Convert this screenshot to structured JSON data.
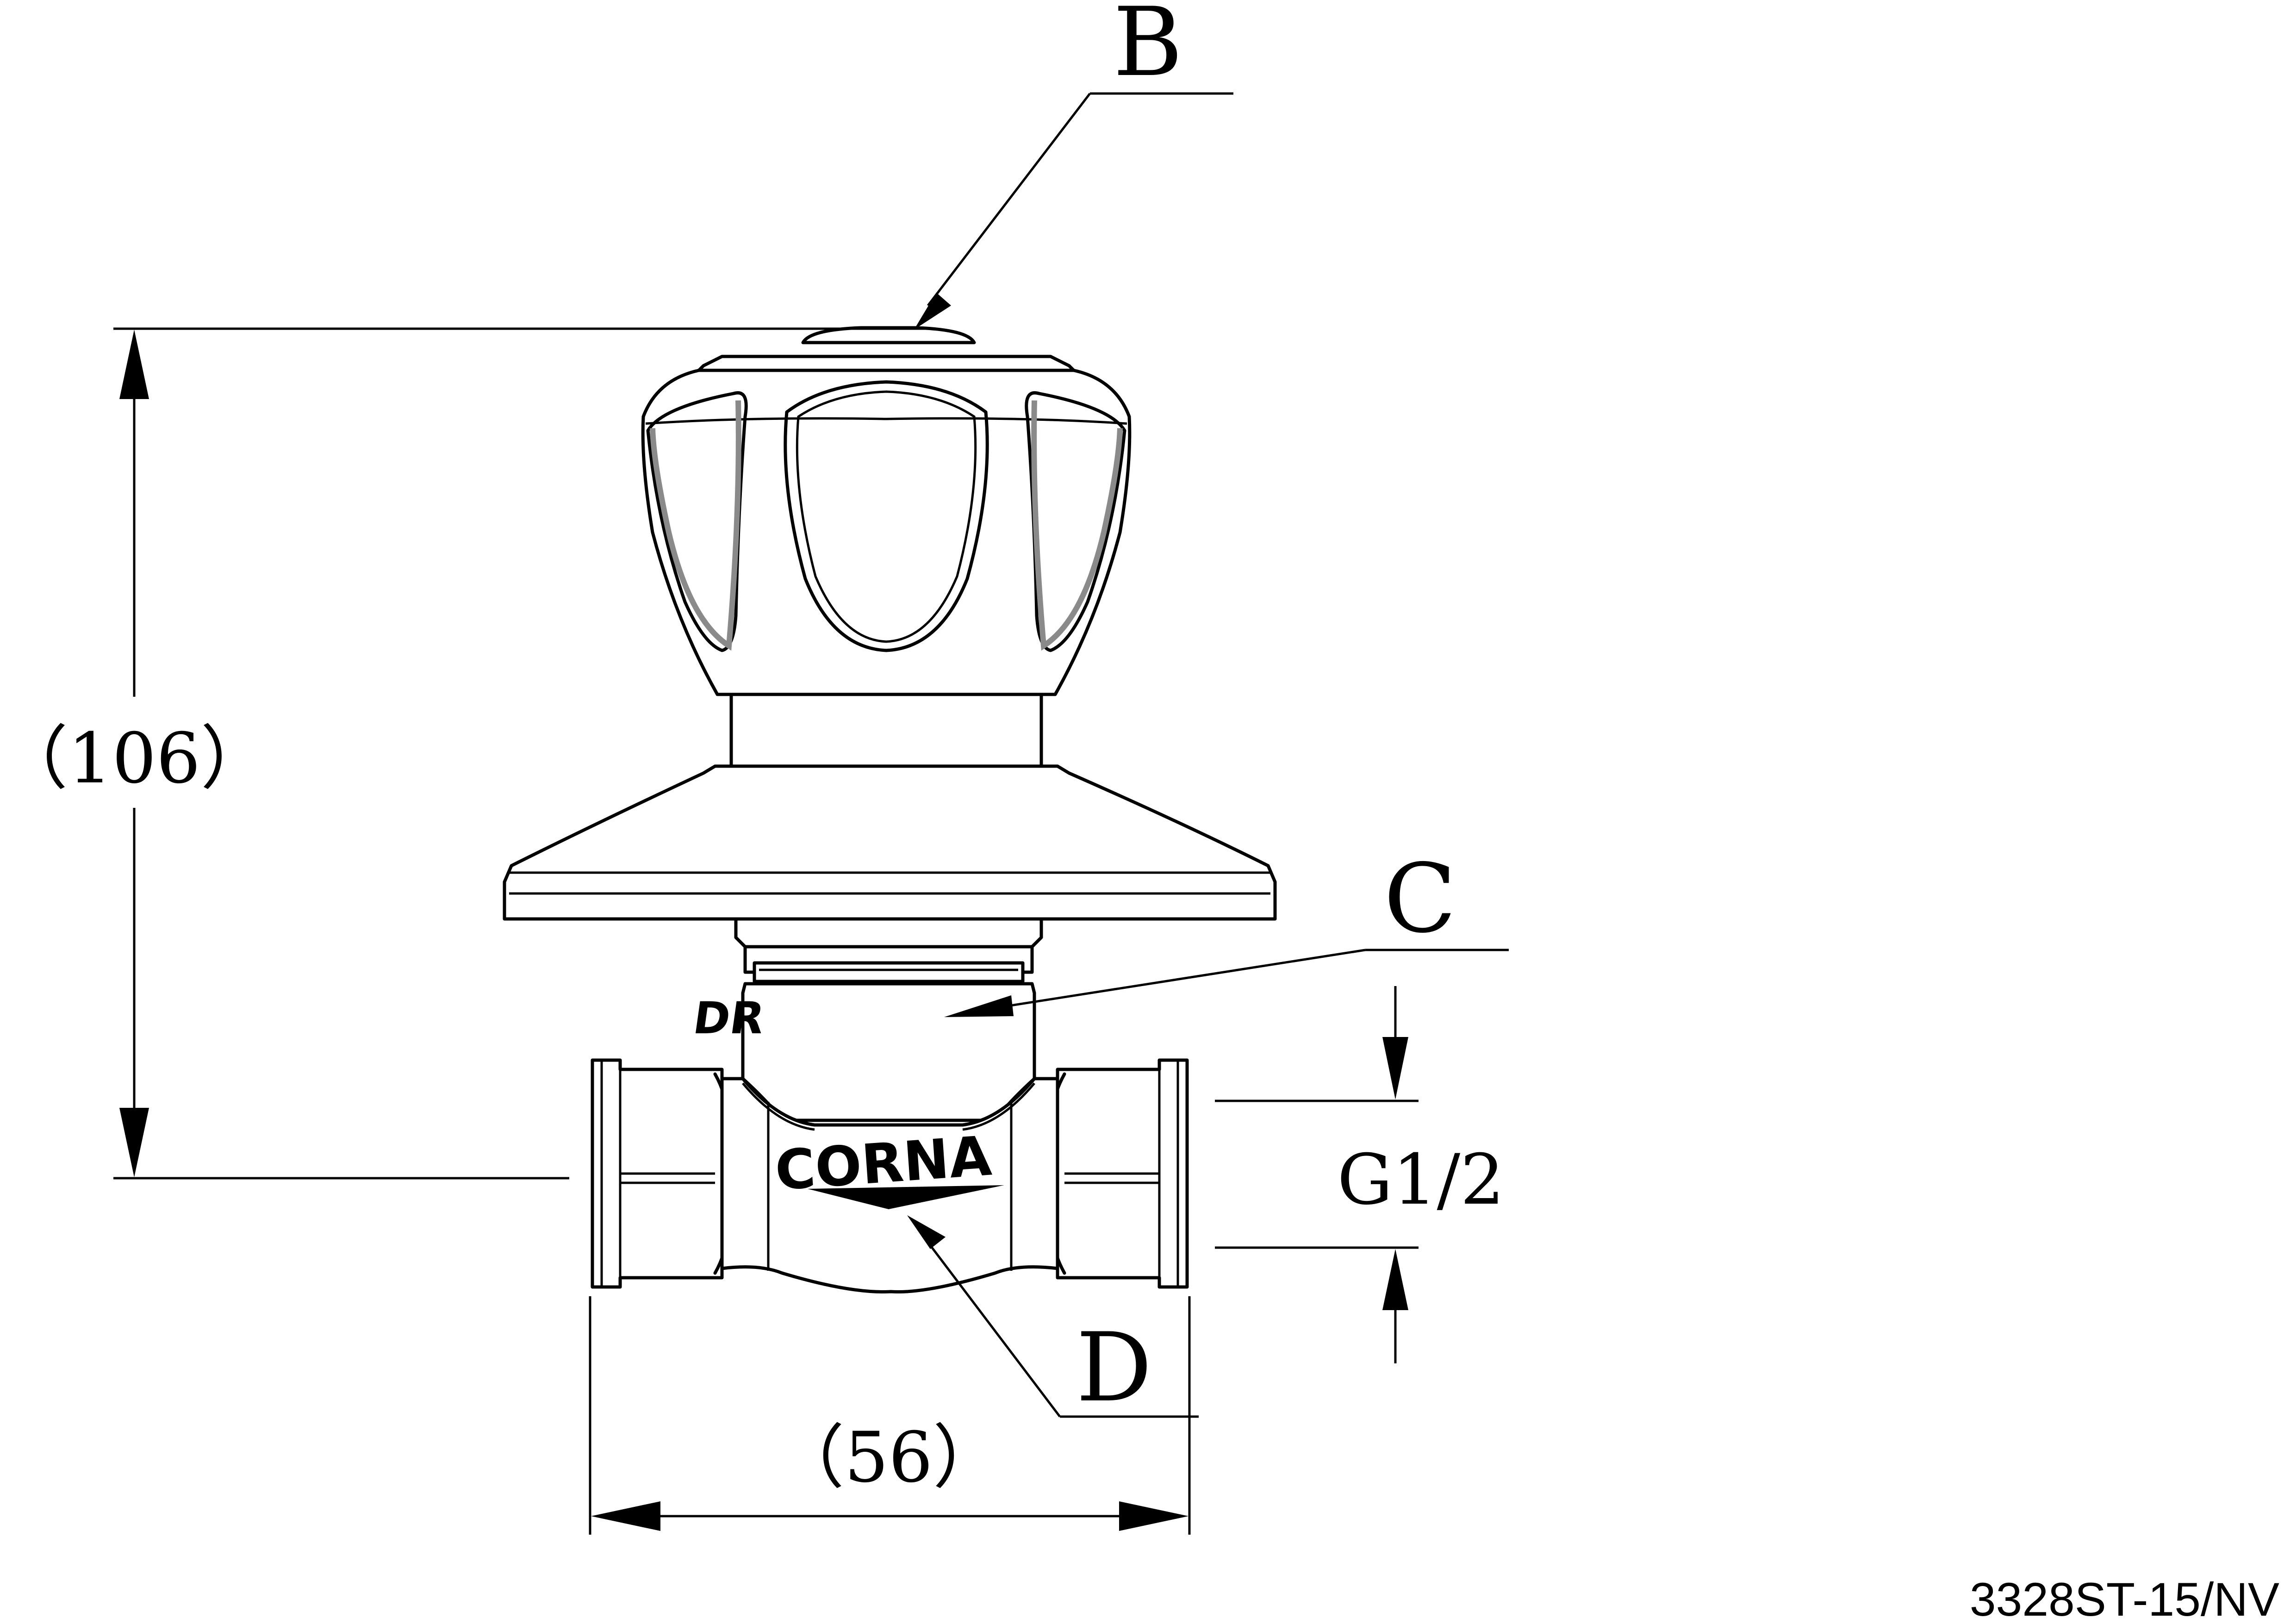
{
  "callouts": {
    "b": "B",
    "c": "C",
    "d": "D"
  },
  "dimensions": {
    "height": "（106）",
    "width": "（56）",
    "thread": "G1/2"
  },
  "markings": {
    "body_brand": "CORNA",
    "bonnet_mark": "DR"
  },
  "model_code": "3328ST-15/NV"
}
